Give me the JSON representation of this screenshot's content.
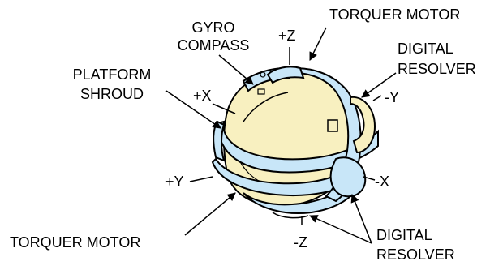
{
  "labels": {
    "gyro_line1": "GYRO",
    "gyro_line2": "COMPASS",
    "torquer_top": "TORQUER MOTOR",
    "plus_z": "+Z",
    "digital_top_line1": "DIGITAL",
    "digital_top_line2": "RESOLVER",
    "platform_line1": "PLATFORM",
    "platform_line2": "SHROUD",
    "plus_x": "+X",
    "minus_y": "-Y",
    "plus_y": "+Y",
    "minus_x": "-X",
    "torquer_bottom": "TORQUER MOTOR",
    "minus_z": "-Z",
    "digital_bottom_line1": "DIGITAL",
    "digital_bottom_line2": "RESOLVER"
  },
  "colors": {
    "sphere_fill": "#f8f0c0",
    "gimbal_fill": "#c8e6f8",
    "ink": "#000000"
  }
}
